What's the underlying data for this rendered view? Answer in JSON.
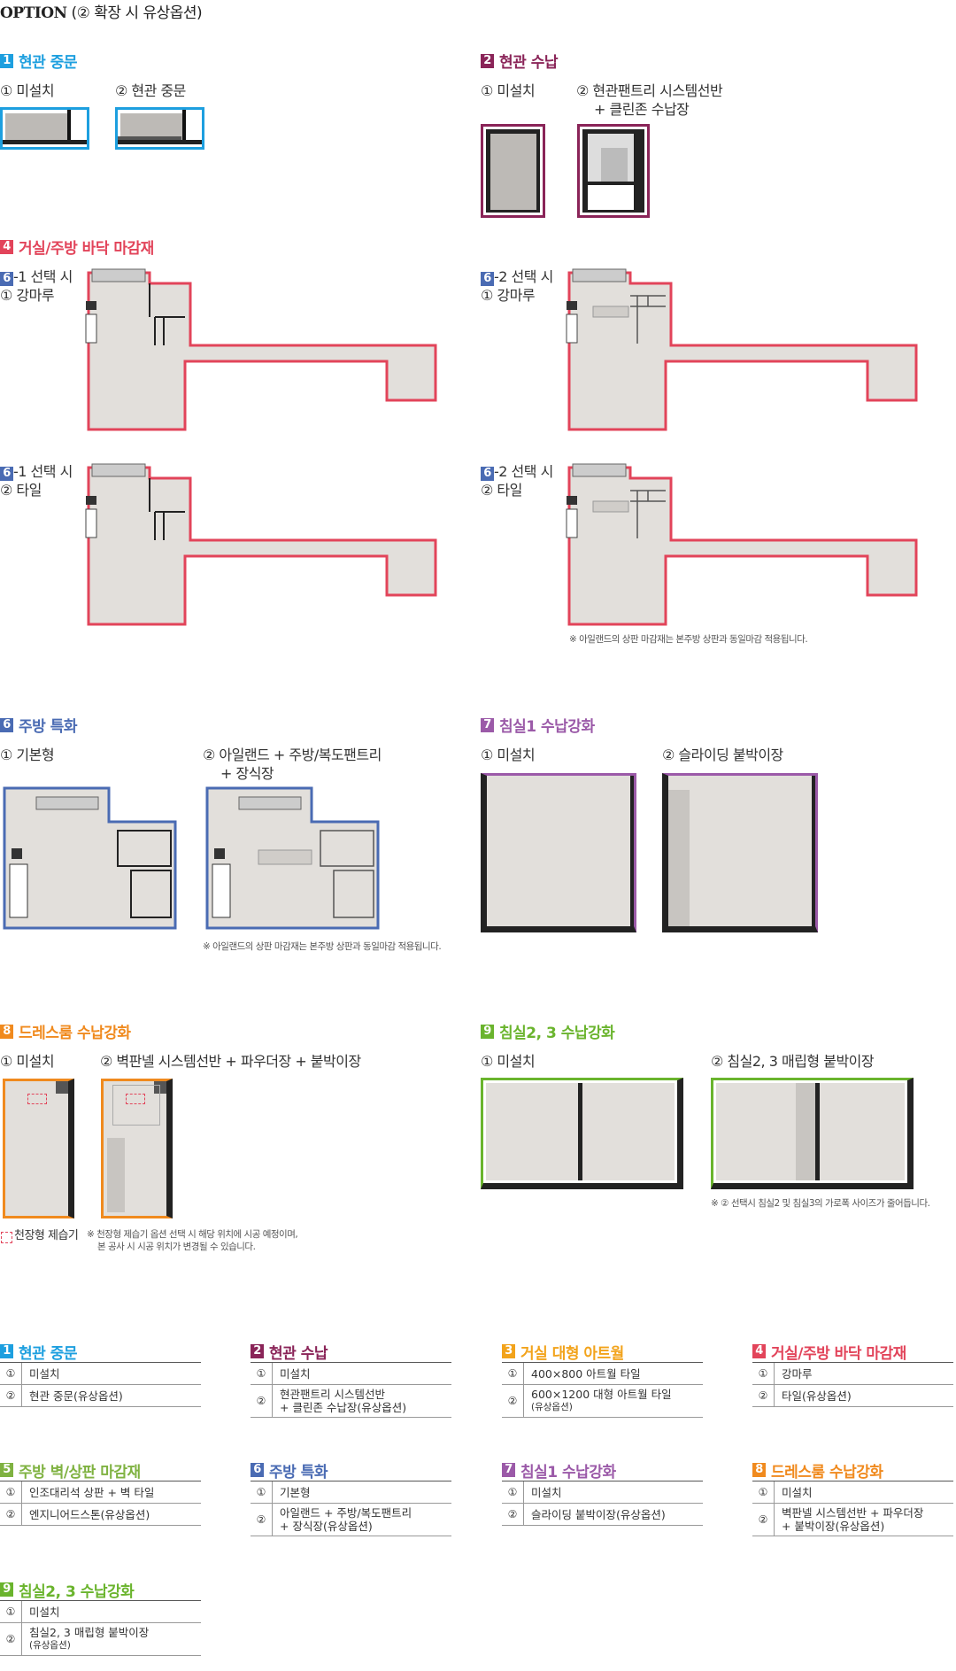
{
  "header": {
    "option": "OPTION",
    "sub": "(② 확장 시 유상옵션)"
  },
  "colors": {
    "s1": "#1d9fdf",
    "s2": "#8a2458",
    "s4": "#e2445a",
    "s6": "#4a6bb3",
    "s7": "#9b5aa8",
    "s8": "#f08a1e",
    "s9": "#6ab42d",
    "s3": "#f2a31b",
    "s5": "#7fb241"
  },
  "sections": {
    "s1": {
      "num": "1",
      "title": "현관 중문",
      "opt1": "① 미설치",
      "opt2": "② 현관 중문"
    },
    "s2": {
      "num": "2",
      "title": "현관 수납",
      "opt1": "① 미설치",
      "opt2a": "② 현관팬트리 시스템선반",
      "opt2b": "+ 클린존 수납장"
    },
    "s4": {
      "num": "4",
      "title": "거실/주방 바닥 마감재",
      "p1a": "-1 선택 시",
      "p1b": "① 강마루",
      "p2a": "-2 선택 시",
      "p2b": "① 강마루",
      "p3a": "-1 선택 시",
      "p3b": "② 타일",
      "p4a": "-2 선택 시",
      "p4b": "② 타일",
      "tag": "6",
      "note": "※ 아일랜드의 상판 마감재는 본주방 상판과 동일마감 적용됩니다."
    },
    "s6": {
      "num": "6",
      "title": "주방 특화",
      "opt1": "① 기본형",
      "opt2a": "② 아일랜드 + 주방/복도팬트리",
      "opt2b": "+ 장식장",
      "note": "※ 아일랜드의 상판 마감재는 본주방 상판과 동일마감 적용됩니다."
    },
    "s7": {
      "num": "7",
      "title": "침실1 수납강화",
      "opt1": "① 미설치",
      "opt2": "② 슬라이딩 붙박이장"
    },
    "s8": {
      "num": "8",
      "title": "드레스룸 수납강화",
      "opt1": "① 미설치",
      "opt2": "② 벽판넬 시스템선반 + 파우더장 + 붙박이장",
      "legend": "천장형 제습기",
      "note1": "※ 천장형 제습기 옵션 선택 시 해당 위치에 시공 예정이며,",
      "note2": "본 공사 시 시공 위치가 변경될 수 있습니다."
    },
    "s9": {
      "num": "9",
      "title": "침실2, 3 수납강화",
      "opt1": "① 미설치",
      "opt2": "② 침실2, 3 매립형 붙박이장",
      "note": "※ ② 선택시 침실2 및 침실3의 가로폭 사이즈가 줄어듭니다."
    }
  },
  "legend": [
    {
      "num": "1",
      "title": "현관 중문",
      "color": "#1d9fdf",
      "rows": [
        {
          "n": "①",
          "v": [
            "미설치"
          ]
        },
        {
          "n": "②",
          "v": [
            "현관 중문(유상옵션)"
          ]
        }
      ]
    },
    {
      "num": "2",
      "title": "현관 수납",
      "color": "#8a2458",
      "rows": [
        {
          "n": "①",
          "v": [
            "미설치"
          ]
        },
        {
          "n": "②",
          "v": [
            "현관팬트리 시스템선반",
            "+ 클린존 수납장(유상옵션)"
          ]
        }
      ]
    },
    {
      "num": "3",
      "title": "거실 대형 아트월",
      "color": "#f2a31b",
      "rows": [
        {
          "n": "①",
          "v": [
            "400×800 아트월 타일"
          ]
        },
        {
          "n": "②",
          "v": [
            "600×1200 대형 아트월 타일",
            "(유상옵션)"
          ]
        }
      ]
    },
    {
      "num": "4",
      "title": "거실/주방 바닥 마감재",
      "color": "#e2445a",
      "rows": [
        {
          "n": "①",
          "v": [
            "강마루"
          ]
        },
        {
          "n": "②",
          "v": [
            "타일(유상옵션)"
          ]
        }
      ]
    },
    {
      "num": "5",
      "title": "주방 벽/상판 마감재",
      "color": "#7fb241",
      "rows": [
        {
          "n": "①",
          "v": [
            "인조대리석 상판 + 벽 타일"
          ]
        },
        {
          "n": "②",
          "v": [
            "엔지니어드스톤(유상옵션)"
          ]
        }
      ]
    },
    {
      "num": "6",
      "title": "주방 특화",
      "color": "#4a6bb3",
      "rows": [
        {
          "n": "①",
          "v": [
            "기본형"
          ]
        },
        {
          "n": "②",
          "v": [
            "아일랜드 + 주방/복도팬트리",
            "+ 장식장(유상옵션)"
          ]
        }
      ]
    },
    {
      "num": "7",
      "title": "침실1 수납강화",
      "color": "#9b5aa8",
      "rows": [
        {
          "n": "①",
          "v": [
            "미설치"
          ]
        },
        {
          "n": "②",
          "v": [
            "슬라이딩 붙박이장(유상옵션)"
          ]
        }
      ]
    },
    {
      "num": "8",
      "title": "드레스룸 수납강화",
      "color": "#f08a1e",
      "rows": [
        {
          "n": "①",
          "v": [
            "미설치"
          ]
        },
        {
          "n": "②",
          "v": [
            "벽판넬 시스템선반 + 파우더장",
            "+ 붙박이장(유상옵션)"
          ]
        }
      ]
    },
    {
      "num": "9",
      "title": "침실2, 3 수납강화",
      "color": "#6ab42d",
      "rows": [
        {
          "n": "①",
          "v": [
            "미설치"
          ]
        },
        {
          "n": "②",
          "v": [
            "침실2, 3 매립형 붙박이장",
            "(유상옵션)"
          ]
        }
      ]
    }
  ]
}
